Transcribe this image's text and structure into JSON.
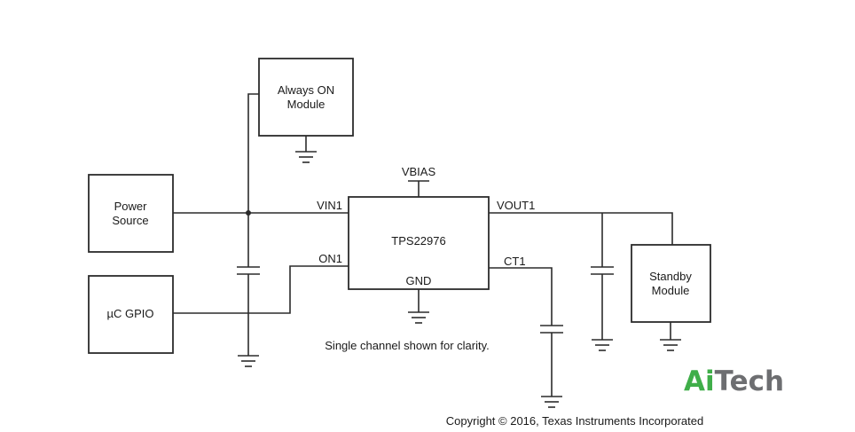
{
  "blocks": {
    "always_on": [
      "Always ON",
      "Module"
    ],
    "power_source": [
      "Power",
      "Source"
    ],
    "gpio": "µC GPIO",
    "switch": "TPS22976",
    "standby": [
      "Standby",
      "Module"
    ]
  },
  "pins": {
    "vbias": "VBIAS",
    "vin1": "VIN1",
    "on1": "ON1",
    "vout1": "VOUT1",
    "ct1": "CT1",
    "gnd": "GND"
  },
  "note": "Single channel shown for clarity.",
  "copyright": "Copyright © 2016, Texas Instruments Incorporated",
  "watermark": {
    "part1": "Ai",
    "part2": "Tech",
    "color1": "#3fae49",
    "color2": "#6d6e71"
  }
}
